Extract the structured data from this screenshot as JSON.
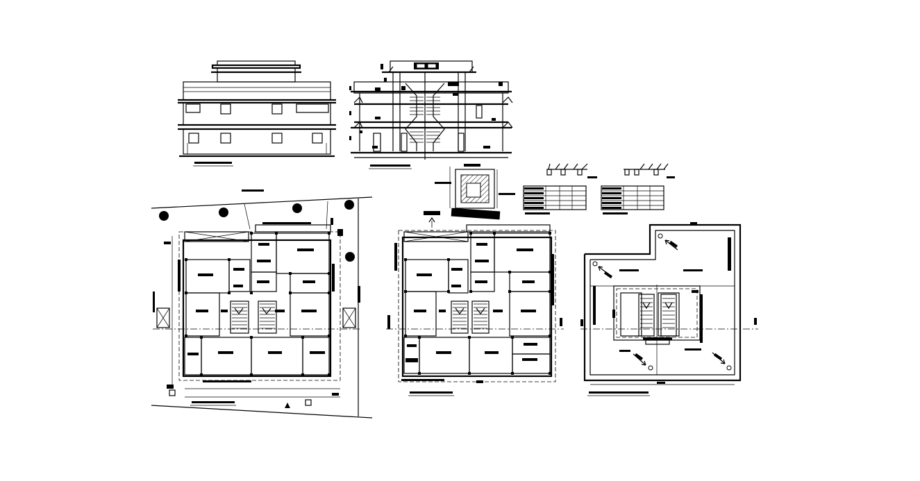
{
  "drawing": {
    "background": "#ffffff",
    "ink": "#000000",
    "views": [
      {
        "id": "front-elevation",
        "title": ""
      },
      {
        "id": "section",
        "title": ""
      },
      {
        "id": "site-plan",
        "title": ""
      },
      {
        "id": "ground-floor-plan",
        "title": ""
      },
      {
        "id": "terrace-plan",
        "title": ""
      },
      {
        "id": "column-detail",
        "title": ""
      },
      {
        "id": "schedule-table-1",
        "title": ""
      },
      {
        "id": "schedule-table-2",
        "title": ""
      }
    ],
    "note": ""
  }
}
